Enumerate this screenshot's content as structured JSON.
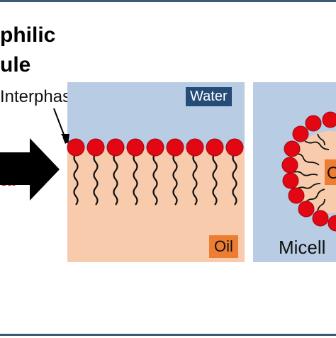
{
  "figure": {
    "title_line1": "philic",
    "title_line2": "ule",
    "interphase_label": "Interphase",
    "polar_label": "ar",
    "water_label": "Water",
    "oil_label": "Oil",
    "micelle_label": "Micell",
    "micelle_core_label": "O"
  },
  "colors": {
    "water": "#b8cce4",
    "oil": "#f8cbad",
    "water_tag": "#254b78",
    "oil_tag": "#ed7d31",
    "head": "#e30613",
    "polar_text": "#d51f2a",
    "frame": "#3b5b78"
  }
}
